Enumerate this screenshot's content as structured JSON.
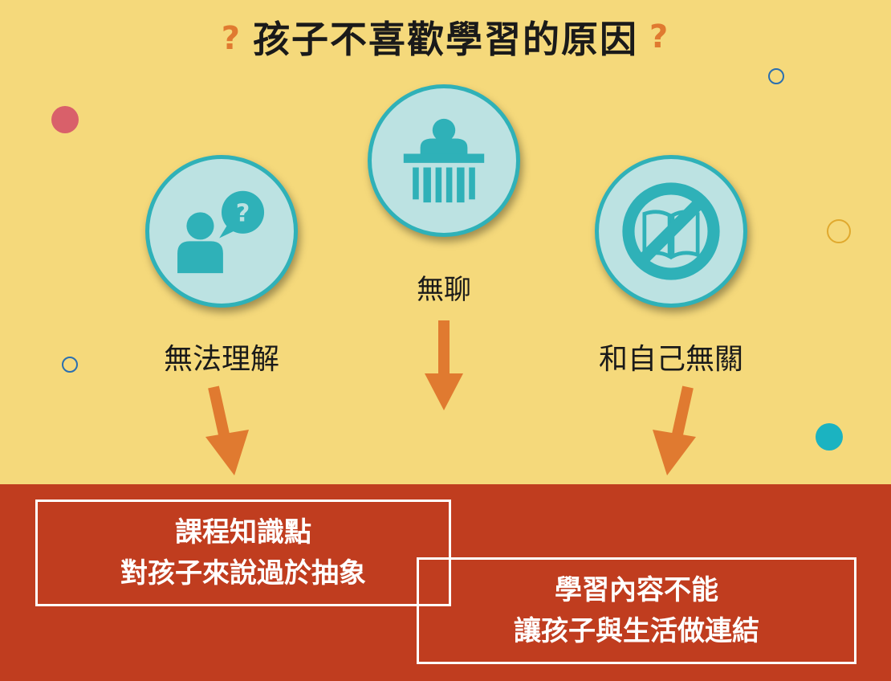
{
  "title": {
    "text": "孩子不喜歡學習的原因",
    "left_mark": "?",
    "right_mark": "?"
  },
  "causes": [
    {
      "label": "無法理解",
      "icon": "person-question-icon"
    },
    {
      "label": "無聊",
      "icon": "bored-person-desk-icon"
    },
    {
      "label": "和自己無關",
      "icon": "no-book-icon"
    }
  ],
  "results": [
    {
      "line1": "課程知識點",
      "line2": "對孩子來說過於抽象"
    },
    {
      "line1": "學習內容不能",
      "line2": "讓孩子與生活做連結"
    }
  ],
  "colors": {
    "background": "#F5D97B",
    "bottom_band": "#C03D1F",
    "circle_fill": "#BCE2E2",
    "circle_border": "#2FB1B8",
    "arrow": "#E07A30"
  }
}
